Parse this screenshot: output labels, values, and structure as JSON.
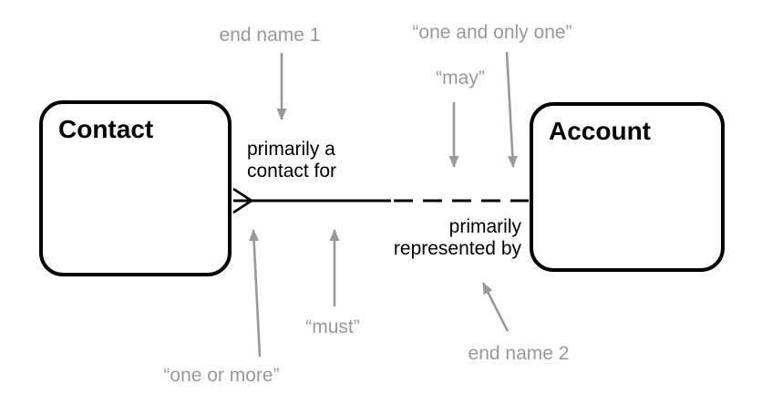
{
  "diagram": {
    "type": "entity-relationship-diagram",
    "entities": [
      {
        "name": "Contact"
      },
      {
        "name": "Account"
      }
    ],
    "relationship": {
      "from": "Contact",
      "to": "Account",
      "end1": {
        "label_line1": "primarily a",
        "label_line2": "contact for",
        "cardinality": "one or more",
        "symbol": "crows-foot"
      },
      "end2": {
        "label_line1": "primarily",
        "label_line2": "represented by",
        "cardinality": "one and only one",
        "symbol": "plain-end"
      },
      "line_left_style": "solid",
      "line_right_style": "dashed"
    },
    "annotations": {
      "end_name_1": "end name 1",
      "one_and_only_one": "“one and only one”",
      "may": "“may”",
      "must": "“must”",
      "one_or_more": "“one or more”",
      "end_name_2": "end name 2"
    },
    "colors": {
      "entity_border": "#000000",
      "line": "#000000",
      "text": "#000000",
      "annotation_gray": "#999999",
      "background": "#ffffff"
    }
  }
}
